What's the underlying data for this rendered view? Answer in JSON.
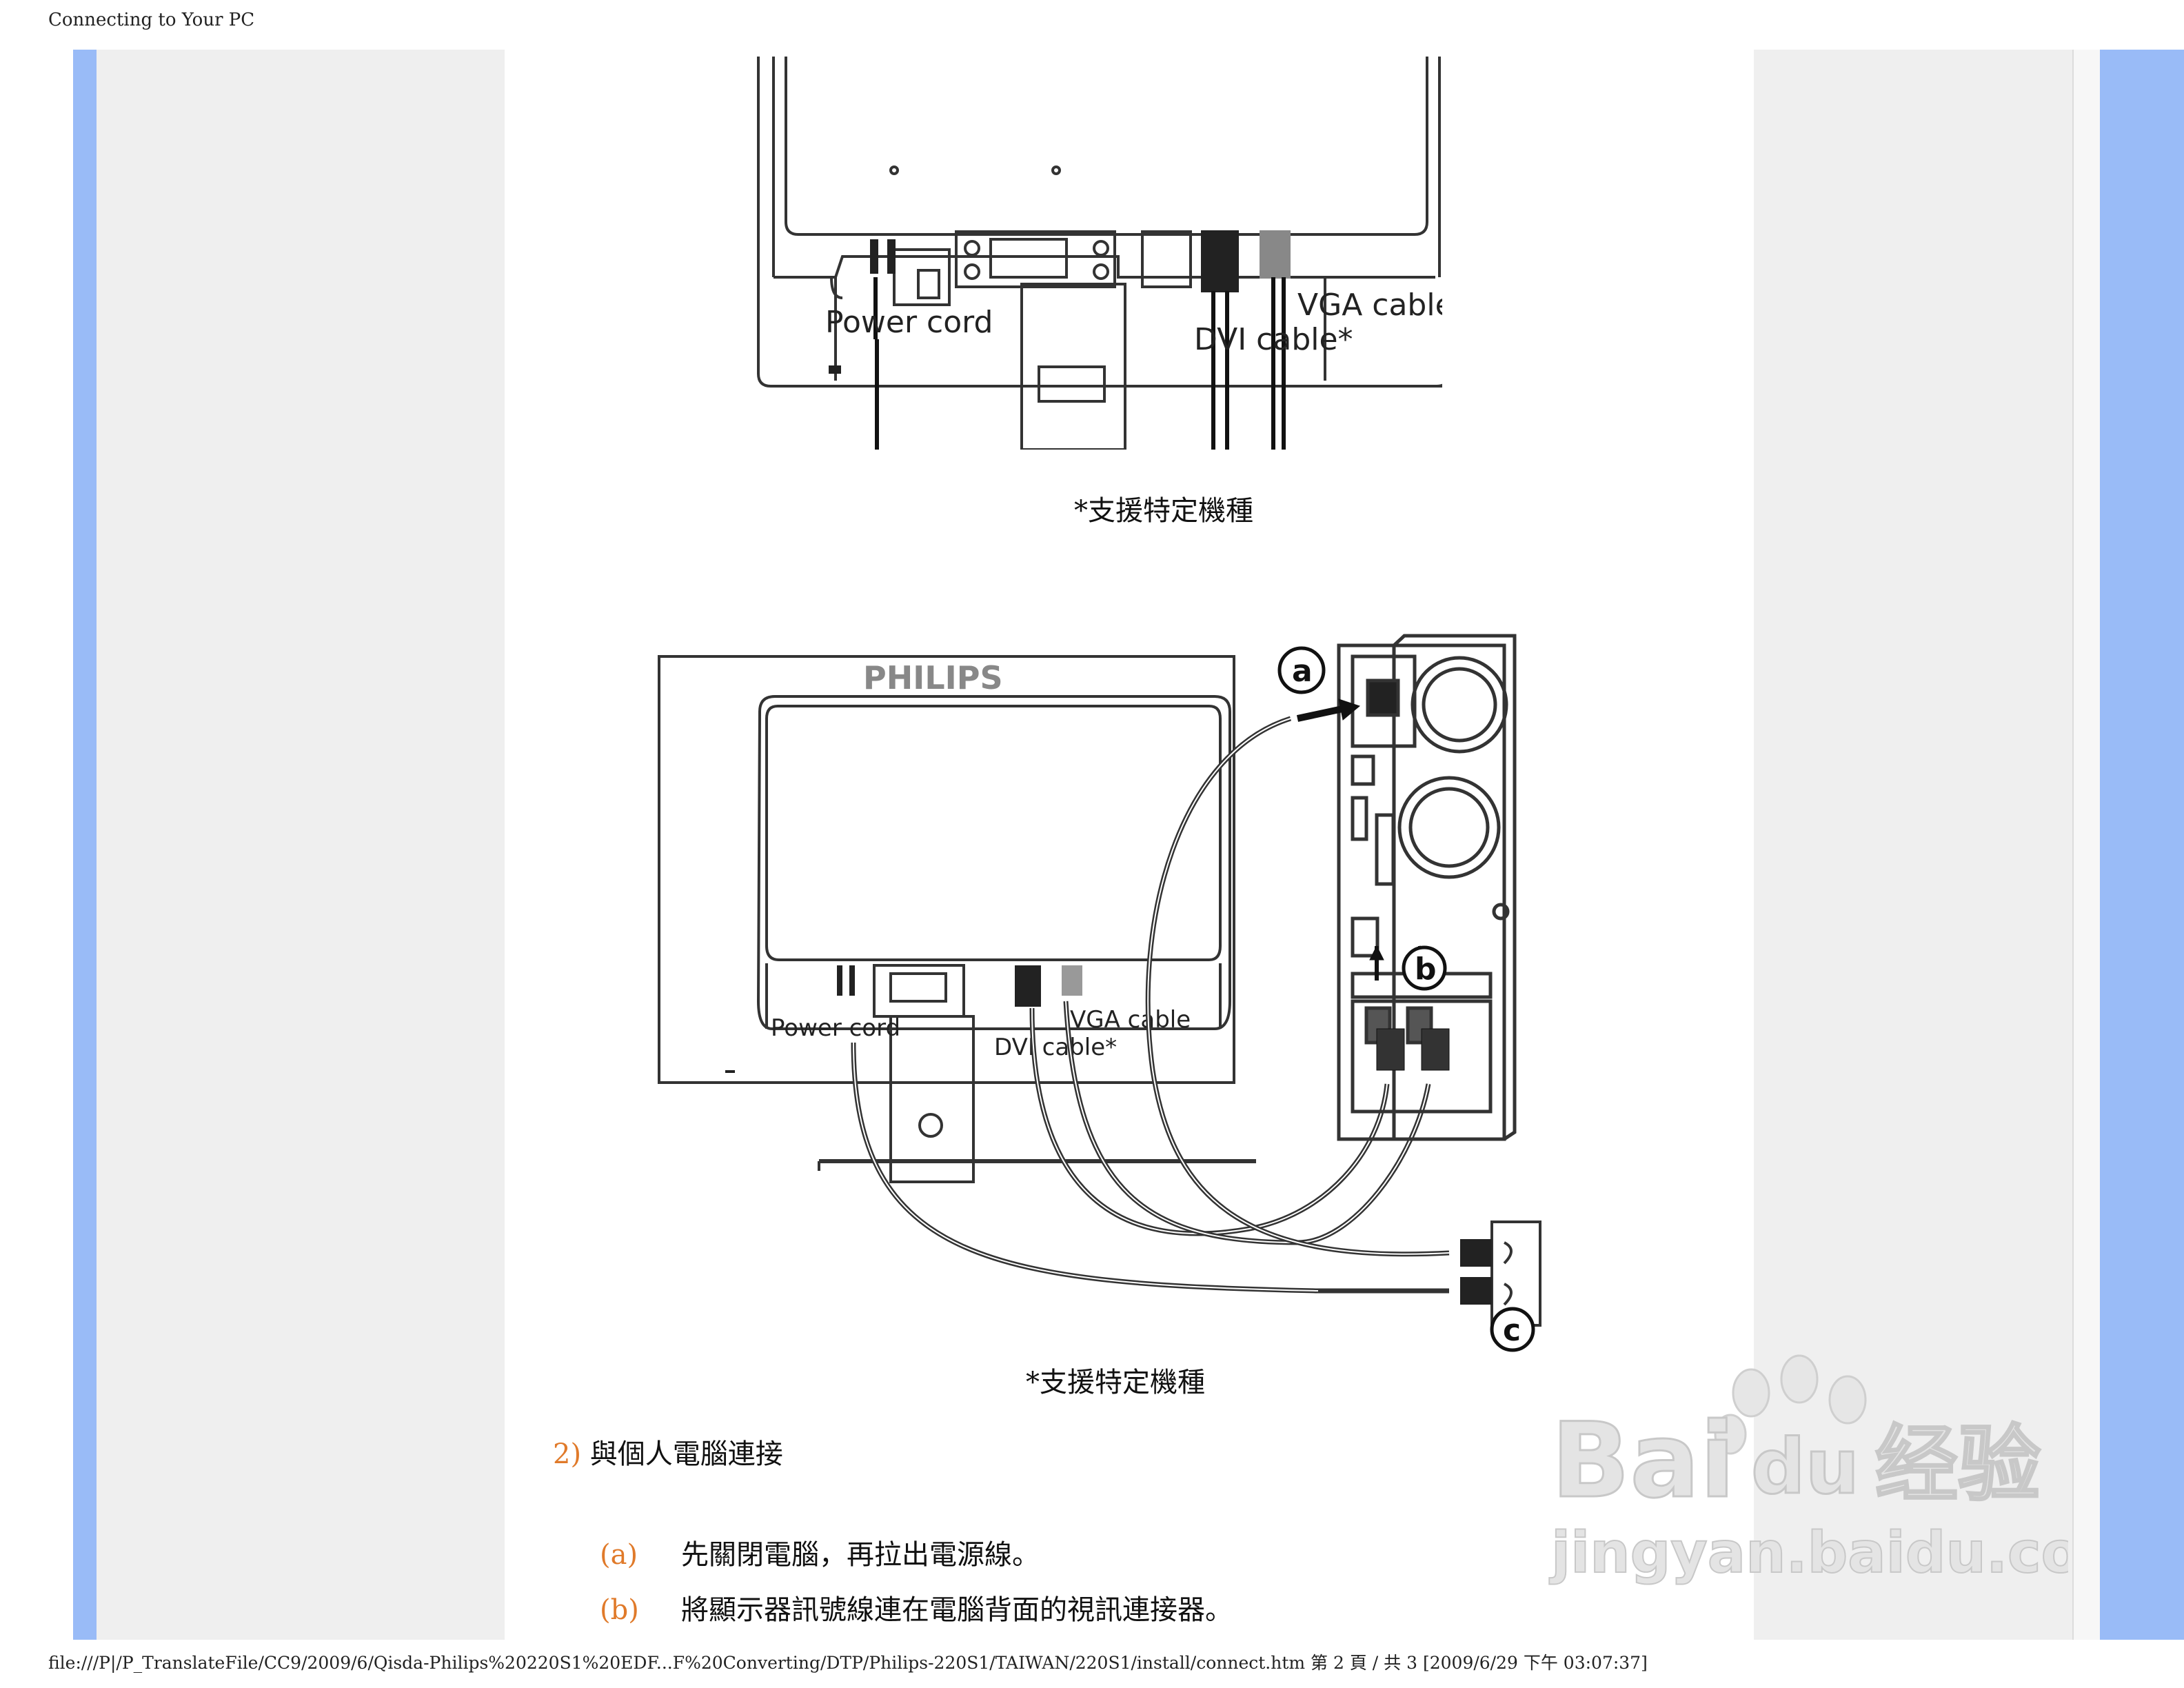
{
  "header": {
    "title": "Connecting to Your PC"
  },
  "diagram1": {
    "labels": {
      "power": "Power cord",
      "dvi": "DVI cable*",
      "vga": "VGA cable"
    },
    "caption": "*支援特定機種"
  },
  "diagram2": {
    "brand": "PHILIPS",
    "labels": {
      "power": "Power cord",
      "dvi": "DVI cable*",
      "vga": "VGA cable"
    },
    "callouts": {
      "a": "a",
      "b": "b",
      "c": "c"
    },
    "caption": "*支援特定機種"
  },
  "step2": {
    "num": "2)",
    "text": "與個人電腦連接"
  },
  "substeps": [
    {
      "label": "(a)",
      "text": "先關閉電腦，再拉出電源線。"
    },
    {
      "label": "(b)",
      "text": "將顯示器訊號線連在電腦背面的視訊連接器。"
    }
  ],
  "watermark": {
    "brand": "Bai",
    "du": "du",
    "cn": "经验",
    "url": "jingyan.baidu.com"
  },
  "footer": {
    "text": "file:///P|/P_TranslateFile/CC9/2009/6/Qisda-Philips%20220S1%20EDF...F%20Converting/DTP/Philips-220S1/TAIWAN/220S1/install/connect.htm 第 2 頁 / 共 3 [2009/6/29 下午 03:07:37]"
  }
}
